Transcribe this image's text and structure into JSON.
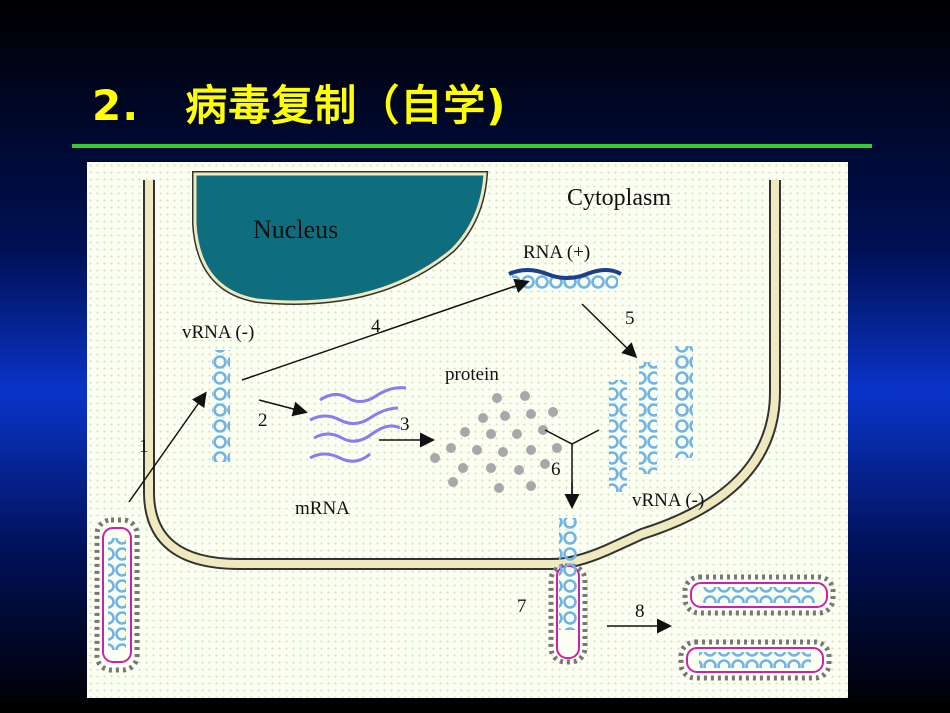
{
  "slide": {
    "title_number": "2.",
    "title_text": "病毒复制（自学)"
  },
  "diagram": {
    "nucleus_label": "Nucleus",
    "cytoplasm_label": "Cytoplasm",
    "rna_plus_label": "RNA (+)",
    "vrna_minus_label": "vRNA (-)",
    "vrna_minus_label_2": "vRNA (-)",
    "mrna_label": "mRNA",
    "protein_label": "protein",
    "steps": [
      "1",
      "2",
      "3",
      "4",
      "5",
      "6",
      "7",
      "8"
    ]
  },
  "colors": {
    "title": "#ffff00",
    "rule": "#33cc33",
    "nucleus": "#0e6e7e",
    "membrane": "#efe9c0",
    "rna_coil": "#6fb4e6",
    "mrna": "#8a7cf0",
    "capsid": "#cc22aa"
  }
}
